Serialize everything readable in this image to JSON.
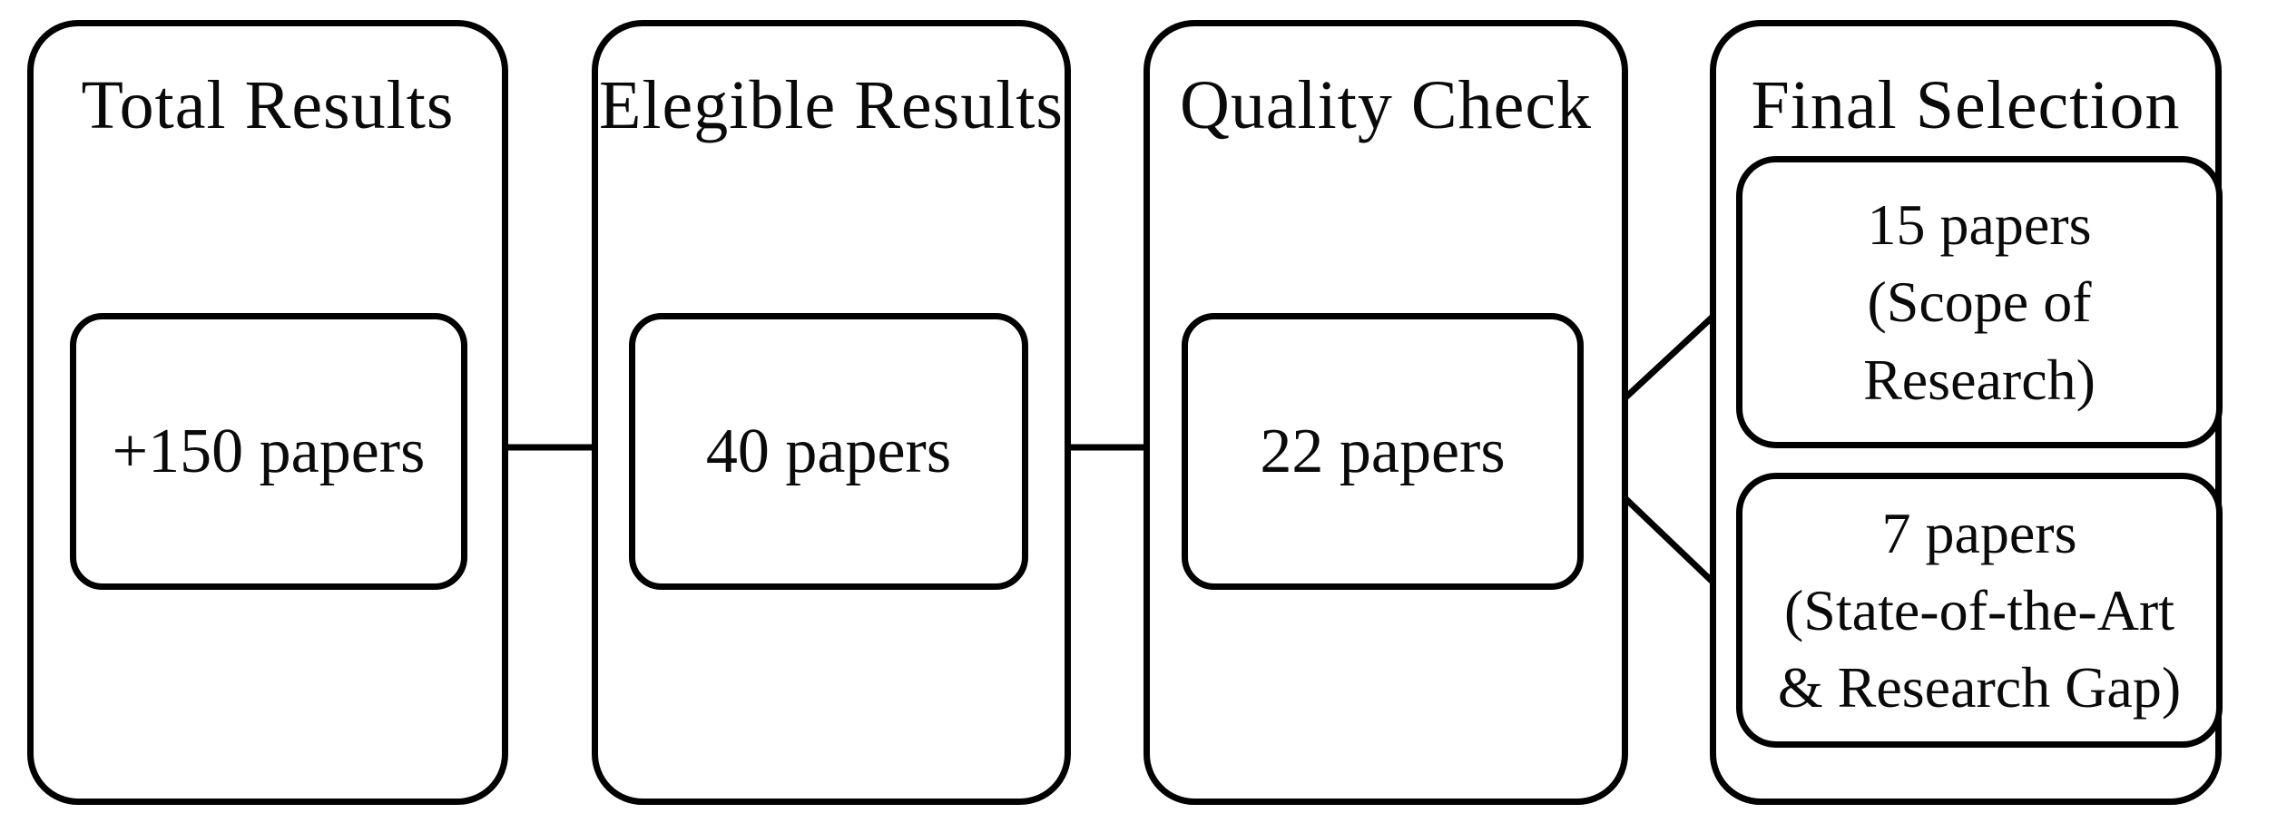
{
  "figure": {
    "type": "flow-diagram",
    "background": "#ffffff",
    "line_color": "#000000",
    "text_color": "#0a0a0a"
  },
  "stages": [
    {
      "title": "Total Results",
      "nodes": [
        {
          "lines": [
            "+150 papers"
          ]
        }
      ]
    },
    {
      "title": "Elegible Results",
      "nodes": [
        {
          "lines": [
            "40 papers"
          ]
        }
      ]
    },
    {
      "title": "Quality Check",
      "nodes": [
        {
          "lines": [
            "22 papers"
          ]
        }
      ]
    },
    {
      "title": "Final Selection",
      "nodes": [
        {
          "lines": [
            "15 papers",
            "(Scope of",
            "Research)"
          ]
        },
        {
          "lines": [
            "7 papers",
            "(State-of-the-Art",
            "& Research Gap)"
          ]
        }
      ]
    }
  ],
  "connectors": [
    {
      "from": "+150 papers",
      "to": "40 papers"
    },
    {
      "from": "40 papers",
      "to": "22 papers"
    },
    {
      "from": "22 papers",
      "to": "15 papers (Scope of Research)"
    },
    {
      "from": "22 papers",
      "to": "7 papers (State-of-the-Art & Research Gap)"
    }
  ]
}
